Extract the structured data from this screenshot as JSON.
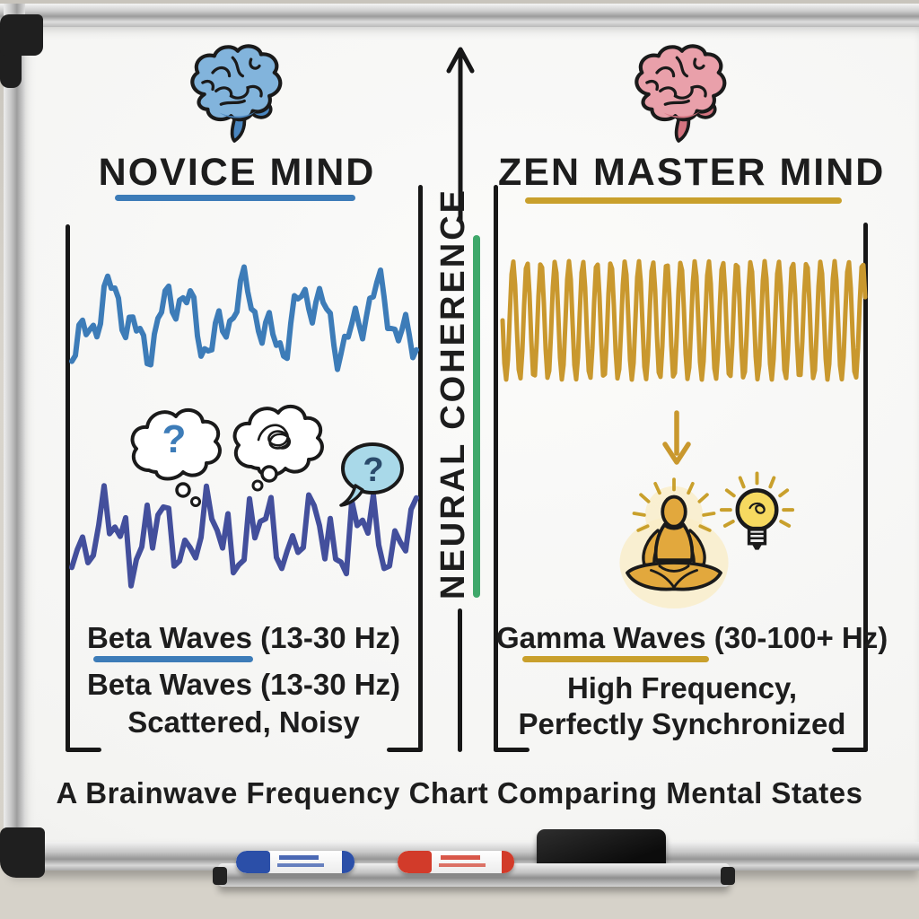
{
  "caption": "A Brainwave Frequency Chart Comparing Mental States",
  "colors": {
    "ink": "#1d1d1d",
    "blue_accent": "#3d7cb8",
    "indigo": "#434f9c",
    "gold": "#c9a02c",
    "gold_wave": "#c9982e",
    "green": "#3fa86b",
    "brain_blue": "#82b4dc",
    "brain_blue_shade": "#4a86c0",
    "brain_pink": "#e9a0aa",
    "brain_pink_shade": "#d4737f",
    "bubble_blue": "#a9d9e9",
    "bubble_question": "#2a4a6b",
    "meditator_gold": "#e2a83d",
    "bulb_yellow": "#f6d960",
    "marker_blue": "#2b4fa8",
    "marker_red": "#d23b2a",
    "eraser_black": "#111111"
  },
  "left_panel": {
    "title": "NOVICE MIND",
    "labels": [
      "Beta Waves (13-30 Hz)",
      "Beta Waves (13-30 Hz)",
      "Scattered, Noisy"
    ],
    "bubble_question_1": "?",
    "bubble_question_2": "?"
  },
  "center_axis": {
    "label": "NEURAL COHERENCE"
  },
  "right_panel": {
    "title": "ZEN MASTER MIND",
    "labels": [
      "Gamma Waves (30-100+ Hz)",
      "High Frequency,",
      "Perfectly Synchronized"
    ]
  },
  "chart_data": {
    "type": "line",
    "y_axis": {
      "label": "NEURAL COHERENCE",
      "direction": "up"
    },
    "panels": [
      {
        "title": "NOVICE MIND",
        "waves": [
          {
            "label": "Beta Waves (13-30 Hz)",
            "pattern": "irregular multi-frequency, scattered",
            "color": "#3d7cb8"
          },
          {
            "label": "Beta Waves (13-30 Hz)",
            "pattern": "spiky, scattered, noisy",
            "color": "#434f9c"
          }
        ],
        "annotation": "Scattered, Noisy"
      },
      {
        "title": "ZEN MASTER MIND",
        "waves": [
          {
            "label": "Gamma Waves (30-100+ Hz)",
            "pattern": "uniform sine, ~26 cycles, high amplitude",
            "color": "#c9982e"
          }
        ],
        "annotation": "High Frequency, Perfectly Synchronized"
      }
    ]
  },
  "icons": {
    "left_brain": "brain-blue-icon",
    "right_brain": "brain-pink-icon",
    "up_arrow": "coherence-up-arrow-icon",
    "down_arrow": "gold-down-arrow-icon",
    "thought_bubble_question": "thought-bubble-question-icon",
    "thought_bubble_tangle": "thought-bubble-tangle-icon",
    "speech_bubble_question": "speech-bubble-question-icon",
    "meditator": "meditating-figure-icon",
    "lightbulb": "lightbulb-icon",
    "markers": [
      "blue-marker",
      "red-marker"
    ],
    "eraser": "whiteboard-eraser"
  }
}
